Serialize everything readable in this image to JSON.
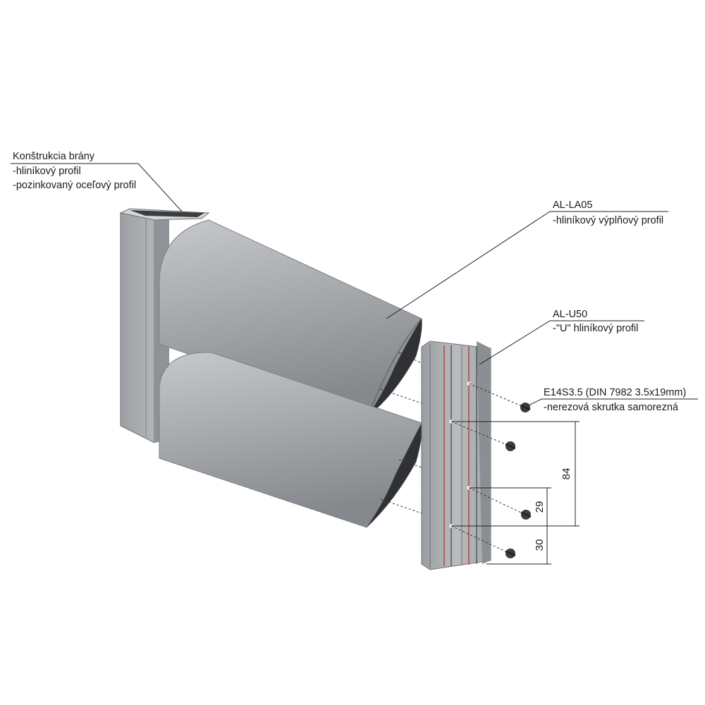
{
  "labels": {
    "frame": {
      "title": "Konštrukcia brány",
      "line1": "-hliníkový profil",
      "line2": "-pozinkovaný oceľový profil"
    },
    "lamella": {
      "code": "AL-LA05",
      "desc": "-hliníkový výplňový profil"
    },
    "u_profile": {
      "code": "AL-U50",
      "desc": "-\"U\" hliníkový profil"
    },
    "screw": {
      "code": "E14S3.5 (DIN 7982 3.5x19mm)",
      "desc": "-nerezová skrutka samorezná"
    }
  },
  "dimensions": {
    "d84": "84",
    "d29": "29",
    "d30": "30"
  },
  "colors": {
    "metal_light": "#b7babd",
    "metal_mid": "#9ea1a5",
    "metal_dark": "#5d6064",
    "red_line": "#b52b2b"
  }
}
